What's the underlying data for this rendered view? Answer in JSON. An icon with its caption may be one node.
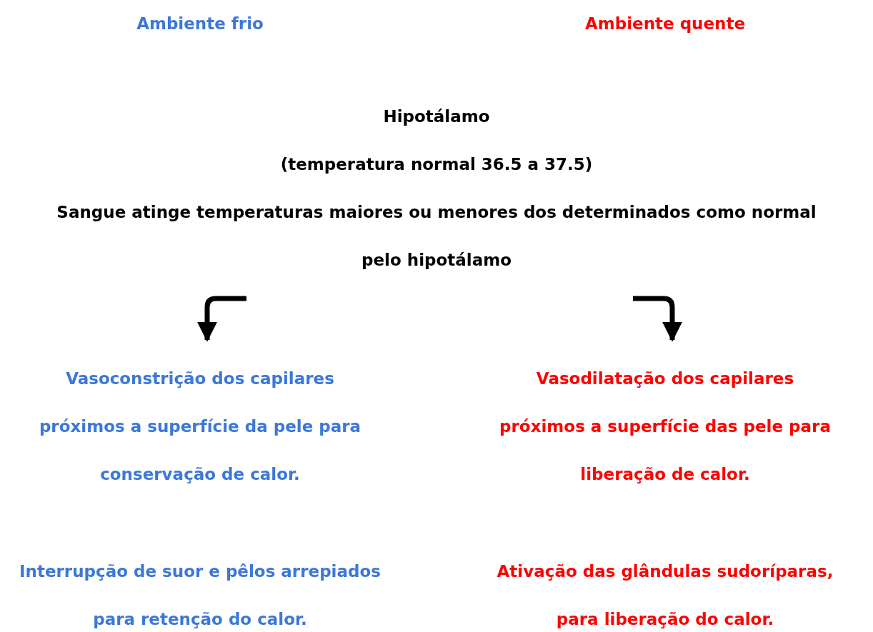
{
  "diagram": {
    "nodes": [
      {
        "text": [
          "Hipotálamo",
          "(temperatura normal 36.5 a 37.5)",
          "Sangue atinge temperaturas maiores ou menores dos determinados como normal pelo hipotálamo"
        ]
      },
      {
        "text": [
          "Vasoconstrição dos capilares próximos a superfície da pele para conservação de calor."
        ]
      },
      {
        "text": [
          "Vasodilatação dos capilares próximos a superfície das pele para liberação de calor."
        ]
      }
    ],
    "edges": [
      {
        "from": 0,
        "to": 1,
        "arrow": "to"
      },
      {
        "from": 0,
        "to": 2,
        "arrow": "to"
      }
    ],
    "labels": [
      "Ambiente frio",
      "Ambiente quente",
      "Interrupção de suor e pêlos arrepiados para retenção do calor.",
      "Ativação das glândulas sudoríparas, para liberação do calor."
    ]
  }
}
